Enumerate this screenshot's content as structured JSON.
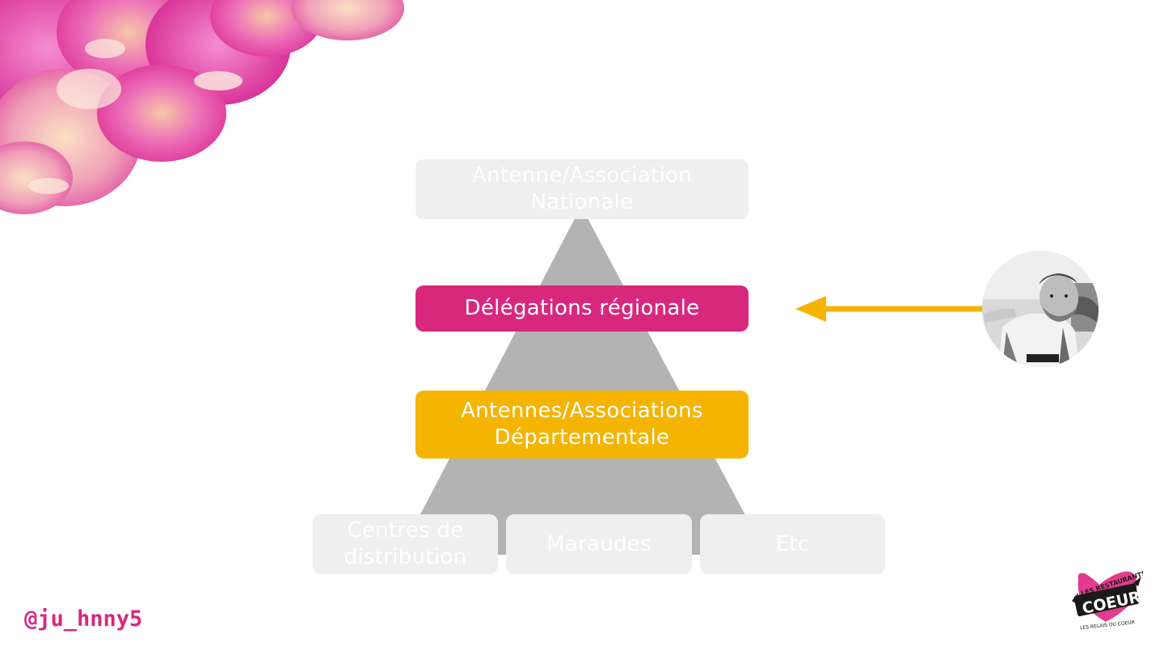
{
  "colors": {
    "pyramid": "#b3b3b3",
    "faded_box": "#efefef",
    "highlight_pink": "#d8287e",
    "highlight_yellow": "#f4b400",
    "arrow": "#f4b400",
    "handle_text": "#d8287e"
  },
  "pyramid": {
    "top": {
      "label": "Antenne/Association\nNationale"
    },
    "regional": {
      "label": "Délégations régionale"
    },
    "departemental": {
      "label": "Antennes/Associations\nDépartementale"
    },
    "bottom": [
      {
        "label": "Centres de\ndistribution"
      },
      {
        "label": "Maraudes"
      },
      {
        "label": "Etc"
      }
    ]
  },
  "arrow": {
    "direction": "left",
    "target": "regional"
  },
  "avatar": {
    "icon": "person-photo-icon"
  },
  "handle": "@ju_hnny5",
  "logo": {
    "icon": "restos-du-coeur-logo",
    "text_top": "LES RESTAURANTS DU",
    "text_main": "COEUR",
    "text_bottom": "LES RELAIS DU COEUR"
  }
}
